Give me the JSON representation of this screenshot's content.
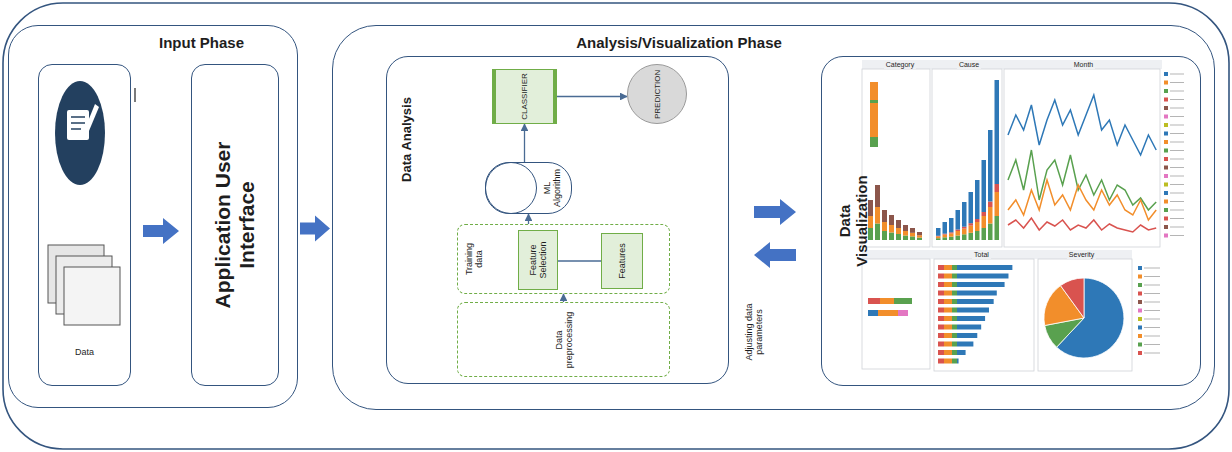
{
  "diagram": {
    "nodes": [
      {
        "text": [
          "Input Phase"
        ]
      },
      {
        "text": [
          "Data"
        ],
        "in": 0
      },
      {
        "text": [
          "Application User Interface"
        ],
        "in": 0
      },
      {
        "text": [
          "Analysis/Visualization Phase"
        ]
      },
      {
        "text": [
          "Data Analysis"
        ],
        "in": 3
      },
      {
        "text": [
          "CLASSIFIER"
        ],
        "in": 4
      },
      {
        "text": [
          "PREDICTION"
        ],
        "in": 4
      },
      {
        "text": [
          "ML Algorithm"
        ],
        "in": 4
      },
      {
        "text": [
          "Training data"
        ],
        "in": 4
      },
      {
        "text": [
          "Feature Selection"
        ],
        "in": 8
      },
      {
        "text": [
          "Features"
        ],
        "in": 8
      },
      {
        "text": [
          "Data preprocessing"
        ],
        "in": 4
      },
      {
        "text": [
          "Data Visualization"
        ],
        "in": 3
      }
    ],
    "edges": [
      {
        "from": 1,
        "to": 2,
        "arrow": "to"
      },
      {
        "from": 0,
        "to": 3,
        "arrow": "to"
      },
      {
        "from": 11,
        "to": 8,
        "arrow": "to"
      },
      {
        "from": 8,
        "to": 7,
        "arrow": "to"
      },
      {
        "from": 7,
        "to": 5,
        "arrow": "to"
      },
      {
        "from": 5,
        "to": 6,
        "arrow": "to"
      },
      {
        "from": 9,
        "to": 10,
        "arrow": "none"
      },
      {
        "from": 4,
        "to": 12,
        "arrow": "to"
      },
      {
        "from": 12,
        "to": 4,
        "label": "Adjusting data parameters",
        "arrow": "to"
      }
    ],
    "labels": [
      "Category",
      "Cause",
      "Month",
      "Total",
      "Severity"
    ]
  }
}
